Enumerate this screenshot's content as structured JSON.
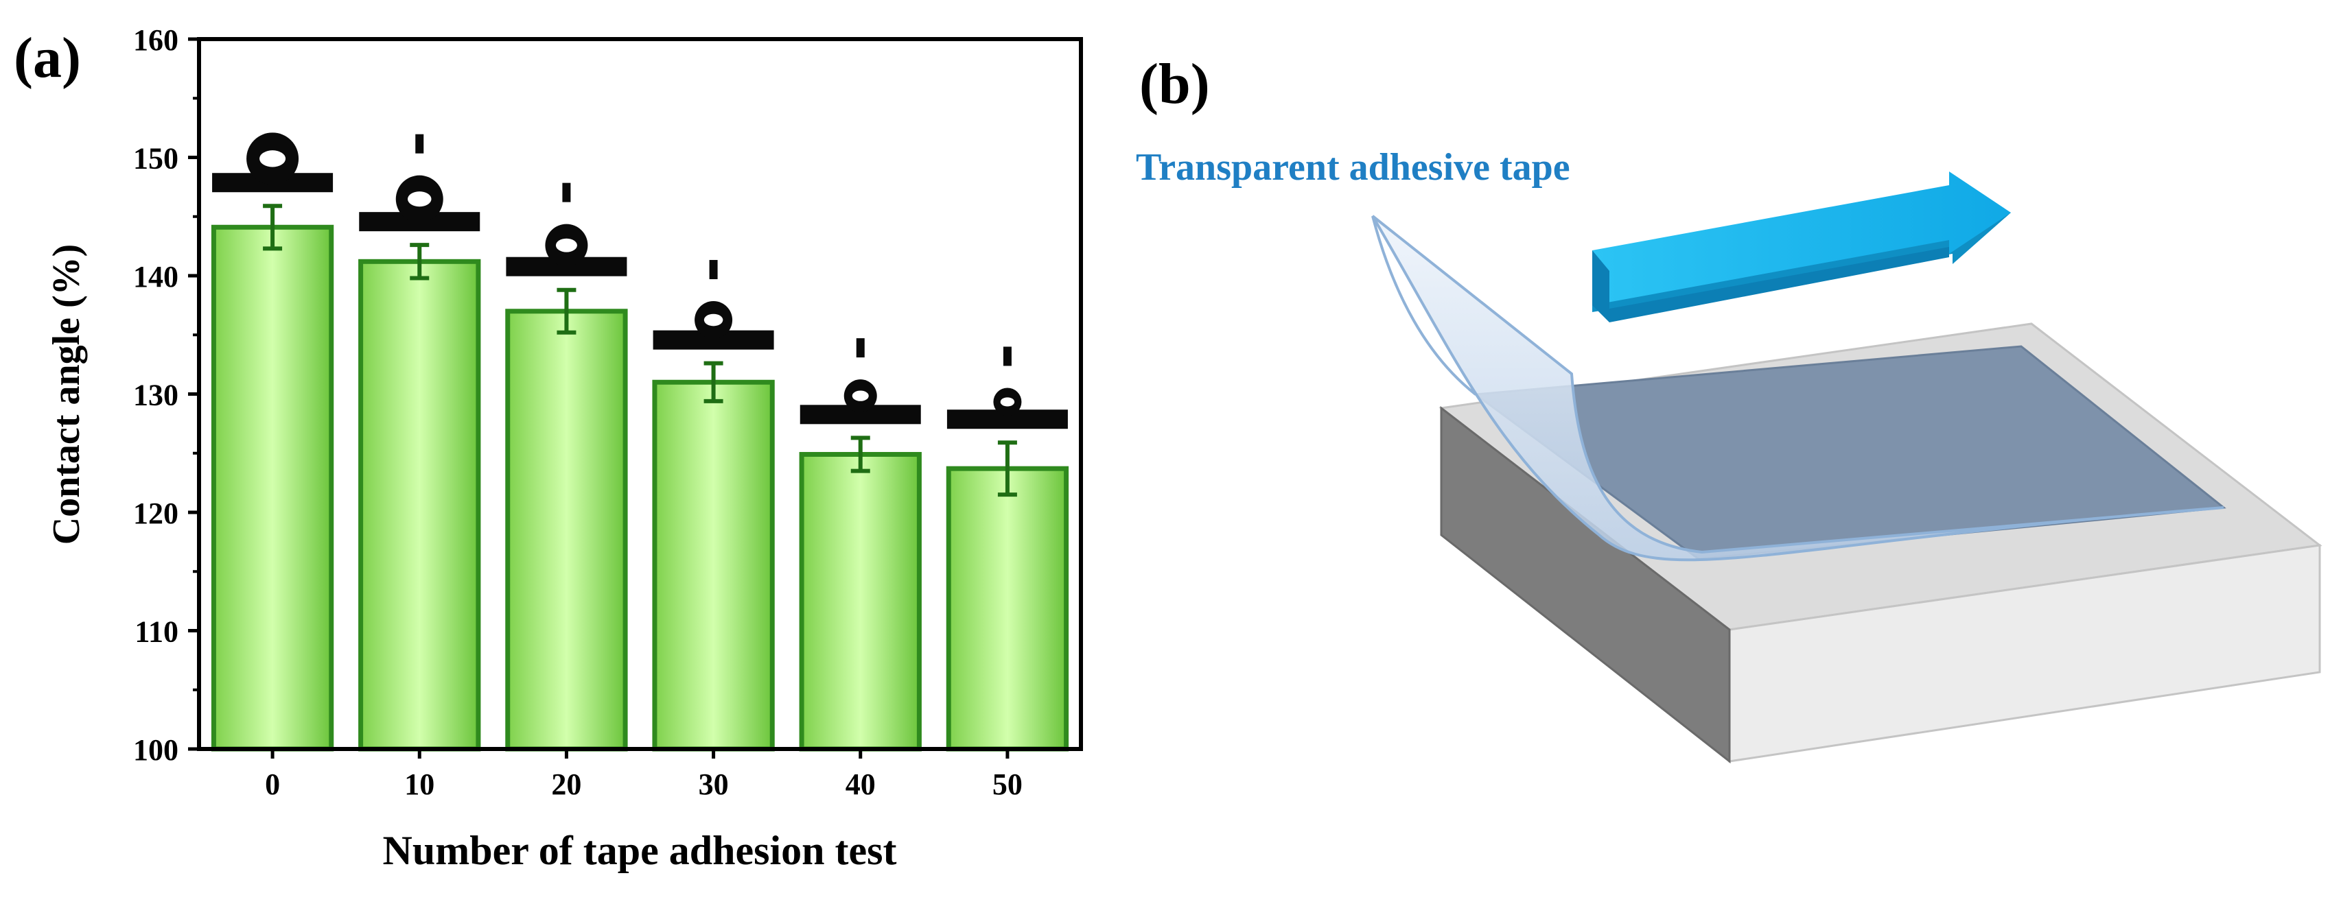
{
  "panels": {
    "a_label": "(a)",
    "b_label": "(b)"
  },
  "chart_data": {
    "type": "bar",
    "title": "",
    "xlabel": "Number of tape adhesion test",
    "ylabel": "Contact angle (%)",
    "categories": [
      "0",
      "10",
      "20",
      "30",
      "40",
      "50"
    ],
    "values": [
      144.1,
      141.2,
      137.0,
      131.0,
      124.9,
      123.7
    ],
    "errors": [
      1.8,
      1.4,
      1.8,
      1.6,
      1.4,
      2.2
    ],
    "ylim": [
      100,
      160
    ],
    "yticks": [
      "100",
      "110",
      "120",
      "130",
      "140",
      "150",
      "160"
    ],
    "grid": false,
    "bar_color": "#9be36a",
    "bar_edge_color": "#2f8a1e",
    "error_color": "#1f6e14",
    "inset_images": "water-droplet-contact-angle-photos"
  },
  "schematic": {
    "tape_label": "Transparent adhesive tape",
    "label_color": "#1f7fc4",
    "arrow_color": "#19b6ee",
    "substrate_top_color": "#d9d9d9",
    "substrate_front_color": "#ececec",
    "substrate_side_color": "#7b7b7b",
    "coating_color": "#7f93ab"
  }
}
